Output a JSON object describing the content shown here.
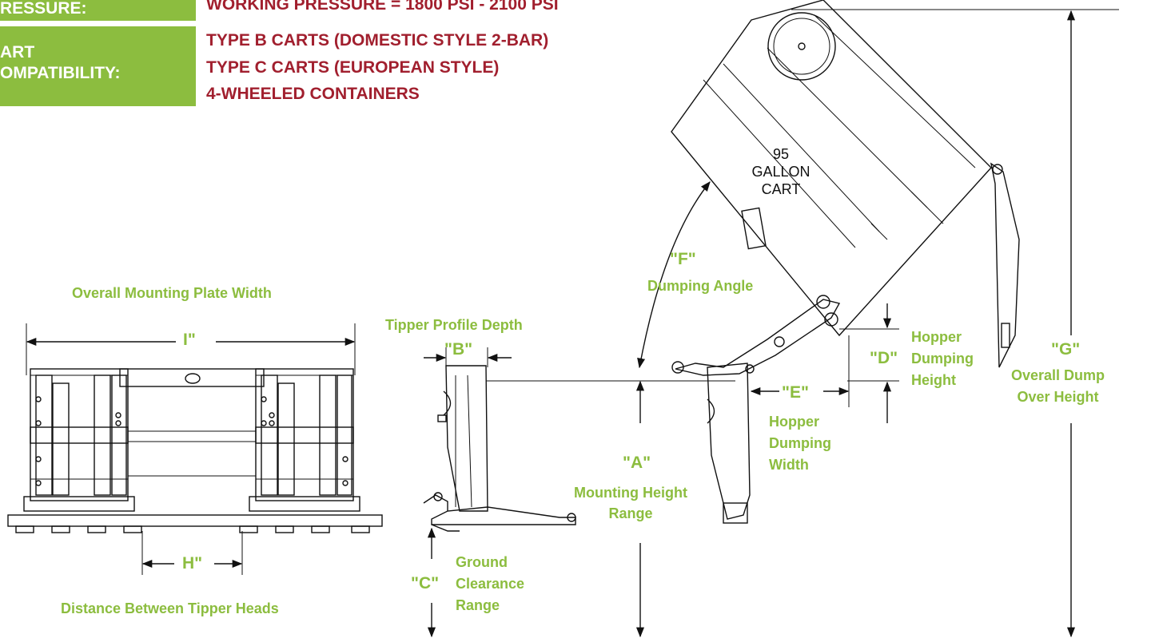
{
  "specs": {
    "pressure_label": "RESSURE:",
    "pressure_value": "WORKING PRESSURE = 1800 PSI - 2100 PSI",
    "cart_label_line1": "ART",
    "cart_label_line2": "OMPATIBILITY:",
    "cart_values": [
      "TYPE B CARTS (DOMESTIC STYLE 2-BAR)",
      "TYPE C CARTS (EUROPEAN STYLE)",
      "4-WHEELED CONTAINERS"
    ]
  },
  "front_view": {
    "title": "Overall Mounting Plate Width",
    "dim_i": "I\"",
    "dim_h": "H\"",
    "caption": "Distance Between Tipper Heads"
  },
  "side_view": {
    "profile_title": "Tipper Profile Depth",
    "dim_b": "\"B\"",
    "dim_a": "\"A\"",
    "a_line1": "Mounting Height",
    "a_line2": "Range",
    "dim_c": "\"C\"",
    "c_line1": "Ground",
    "c_line2": "Clearance",
    "c_line3": "Range"
  },
  "dump_view": {
    "dim_f": "\"F\"",
    "f_label": "Dumping Angle",
    "cart_line1": "95",
    "cart_line2": "GALLON",
    "cart_line3": "CART",
    "dim_d": "\"D\"",
    "d_line1": "Hopper",
    "d_line2": "Dumping",
    "d_line3": "Height",
    "dim_e": "\"E\"",
    "e_line1": "Hopper",
    "e_line2": "Dumping",
    "e_line3": "Width",
    "dim_g": "\"G\"",
    "g_line1": "Overall Dump",
    "g_line2": "Over Height"
  },
  "colors": {
    "accent_green": "#8cbd3f",
    "value_red": "#a11f2e"
  }
}
